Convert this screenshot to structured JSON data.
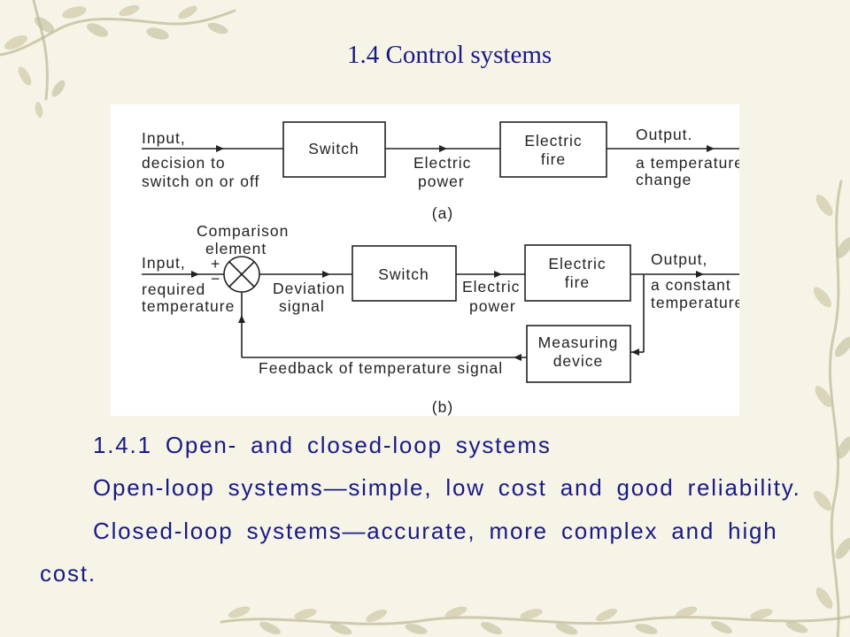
{
  "slide": {
    "title": "1.4 Control systems",
    "heading": "1.4.1 Open- and closed-loop systems",
    "lines": [
      "Open-loop systems—simple, low cost and good reliability.",
      "Closed-loop systems—accurate, more complex and high",
      "cost."
    ]
  },
  "diagram_a": {
    "input_label": "Input,",
    "input_desc": [
      "decision to",
      "switch on or off"
    ],
    "switch_label": "Switch",
    "power_label": [
      "Electric",
      "power"
    ],
    "fire_label": [
      "Electric",
      "fire"
    ],
    "output_label": "Output.",
    "output_desc": [
      "a temperature",
      "change"
    ],
    "caption": "(a)"
  },
  "diagram_b": {
    "comparison_label": [
      "Comparison",
      "element"
    ],
    "plus": "+",
    "minus": "−",
    "input_label": "Input,",
    "input_desc": [
      "required",
      "temperature"
    ],
    "deviation_label": [
      "Deviation",
      "signal"
    ],
    "switch_label": "Switch",
    "power_label": [
      "Electric",
      "power"
    ],
    "fire_label": [
      "Electric",
      "fire"
    ],
    "output_label": "Output,",
    "output_desc": [
      "a constant",
      "temperature"
    ],
    "measuring_label": [
      "Measuring",
      "device"
    ],
    "feedback_label": "Feedback of temperature signal",
    "caption": "(b)"
  },
  "colors": {
    "text": "#1a1a84",
    "background": "#f6f4e7",
    "diagram_ink": "#222222",
    "diagram_background": "#ffffff"
  }
}
